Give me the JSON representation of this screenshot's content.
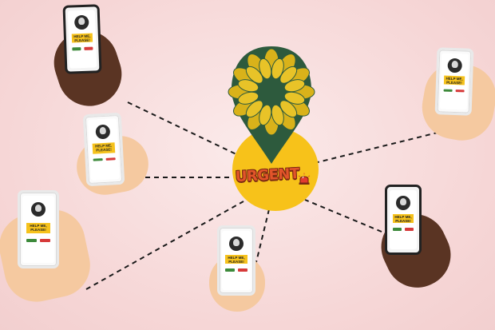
{
  "scene": {
    "center_badge": {
      "label": "URGENT",
      "icon": "siren-icon",
      "pin_icon": "sunflower-location-pin-icon"
    },
    "phones": [
      {
        "id": "top-left",
        "message": "HELP ME, PLEASE!",
        "hand": "dark"
      },
      {
        "id": "mid-left",
        "message": "HELP ME, PLEASE!",
        "hand": "light"
      },
      {
        "id": "bottom-left",
        "message": "HELP ME, PLEASE!",
        "hand": "light"
      },
      {
        "id": "bottom-center",
        "message": "HELP ME, PLEASE!",
        "hand": "light"
      },
      {
        "id": "bottom-right",
        "message": "HELP ME, PLEASE!",
        "hand": "dark"
      },
      {
        "id": "top-right",
        "message": "HELP ME, PLEASE!",
        "hand": "light"
      }
    ],
    "colors": {
      "background": "#f7dcdc",
      "sun_yellow": "#f7c21a",
      "pin_green": "#2d5a3d",
      "help_box": "#f6c21c",
      "accept_button": "#3d8a3b",
      "decline_button": "#d63a3a",
      "urgent_text": "#e2542a"
    }
  }
}
